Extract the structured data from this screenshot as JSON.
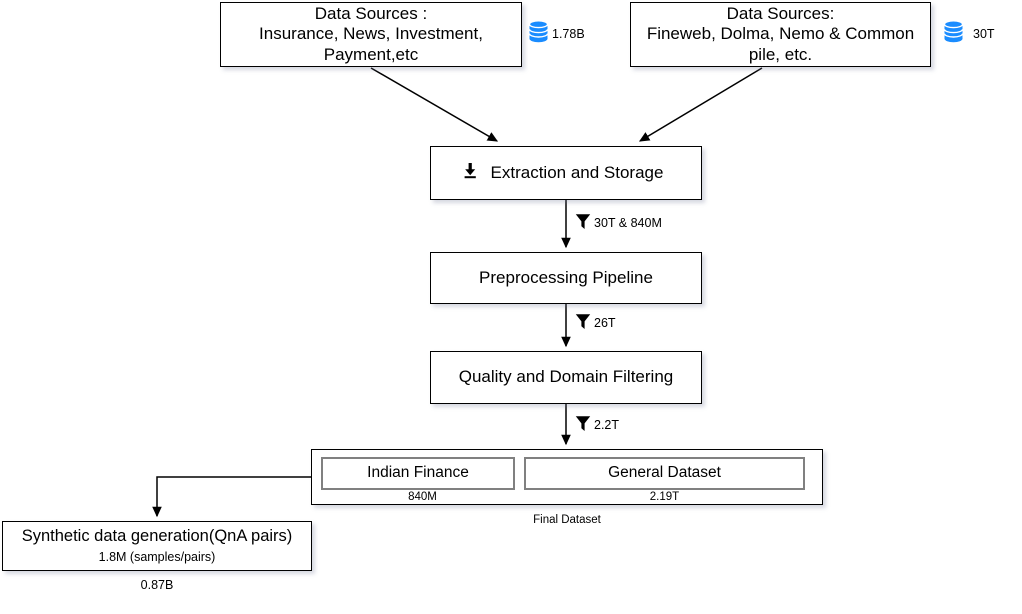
{
  "diagram": {
    "title": "Data pipeline flowchart",
    "nodes": {
      "data_source_left": {
        "text": "Data Sources :\nInsurance, News, Investment,\nPayment,etc",
        "badge_value": "1.78B",
        "badge_icon": "database-icon"
      },
      "data_source_right": {
        "text": "Data Sources:\nFineweb, Dolma, Nemo & Common\npile, etc.",
        "badge_value": "30T",
        "badge_icon": "database-icon"
      },
      "extraction": {
        "text": "Extraction and Storage",
        "icon": "download-icon"
      },
      "preprocessing": {
        "text": "Preprocessing Pipeline"
      },
      "quality_filtering": {
        "text": "Quality and Domain Filtering"
      },
      "final_dataset": {
        "caption": "Final Dataset",
        "items": [
          {
            "label": "Indian Finance",
            "value": "840M"
          },
          {
            "label": "General Dataset",
            "value": "2.19T"
          }
        ]
      },
      "synthetic": {
        "text": "Synthetic data generation(QnA pairs)",
        "sub": "1.8M (samples/pairs)",
        "below": "0.87B"
      }
    },
    "edge_labels": [
      {
        "icon": "funnel-icon",
        "value": "30T & 840M"
      },
      {
        "icon": "funnel-icon",
        "value": "26T"
      },
      {
        "icon": "funnel-icon",
        "value": "2.2T"
      }
    ],
    "colors": {
      "database_blue": "#1a8cff",
      "node_border": "#000000",
      "inner_border": "#808080",
      "background": "#ffffff"
    }
  }
}
